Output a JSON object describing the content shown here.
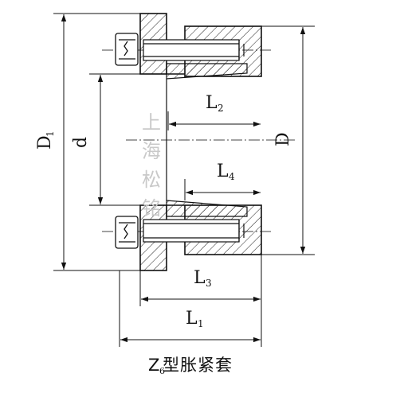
{
  "labels": {
    "D1_main": "D",
    "D1_sub": "1",
    "d": "d",
    "D": "D",
    "L2_main": "L",
    "L2_sub": "2",
    "L4_main": "L",
    "L4_sub": "4",
    "L3_main": "L",
    "L3_sub": "3",
    "L1_main": "L",
    "L1_sub": "1"
  },
  "caption": {
    "main": "Z",
    "sub": "6",
    "rest": " 型胀紧套"
  },
  "watermark": [
    "上",
    "海",
    "松",
    "铭"
  ]
}
